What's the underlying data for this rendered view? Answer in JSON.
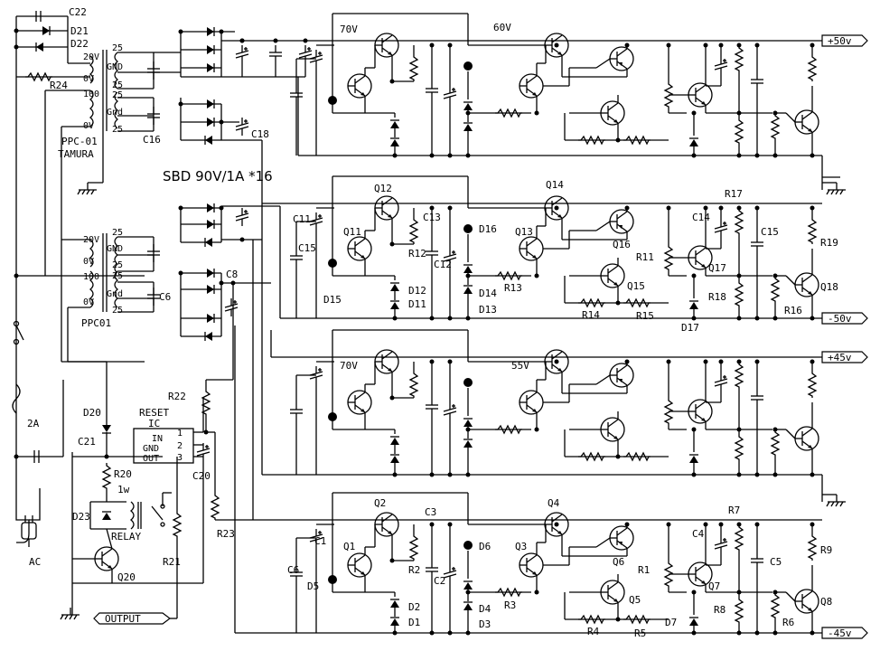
{
  "title_note": "SBD 90V/1A  *16",
  "transformer": {
    "top_name": "PPC-01",
    "top_maker": "TAMURA",
    "bottom_name": "PPC01",
    "taps_top": [
      "20V",
      "0V",
      "100",
      "0V"
    ],
    "taps_bottom": [
      "20V",
      "0V",
      "100",
      "0V"
    ],
    "sec_top": [
      "25",
      "GND",
      "25",
      "25",
      "Gnd",
      "25"
    ],
    "sec_bottom": [
      "25",
      "GND",
      "25",
      "25",
      "Gnd",
      "25"
    ]
  },
  "rails": {
    "p50": "+50v",
    "m50": "-50v",
    "p45": "+45v",
    "m45": "-45v"
  },
  "regulator_voltages": {
    "a_in": "70V",
    "a_out": "60V",
    "c_in": "70V",
    "c_out": "55V"
  },
  "aux": {
    "fuse": "2A",
    "ac": "AC",
    "reset_ic_l1": "RESET",
    "reset_ic_l2": "IC",
    "ic_pins": [
      "IN",
      "GND",
      "OUT"
    ],
    "ic_pin_nums": [
      "1",
      "2",
      "3"
    ],
    "relay": "RELAY",
    "relay_power": "1w",
    "output": "OUTPUT"
  },
  "labels": {
    "C22": "C22",
    "D21": "D21",
    "D22": "D22",
    "R24": "R24",
    "C16t": "C16",
    "C18": "C18",
    "Q12": "Q12",
    "Q11": "Q11",
    "C13": "C13",
    "C11": "C11",
    "C15L": "C15",
    "R12": "R12",
    "D12": "D12",
    "D11": "D11",
    "D15": "D15",
    "D16": "D16",
    "C12": "C12",
    "D14": "D14",
    "D13": "D13",
    "R13": "R13",
    "Q13": "Q13",
    "Q14": "Q14",
    "Q16": "Q16",
    "Q15": "Q15",
    "R14": "R14",
    "R15": "R15",
    "R11": "R11",
    "R17": "R17",
    "C14": "C14",
    "C15": "C15",
    "Q17": "Q17",
    "R18": "R18",
    "D17": "D17",
    "R19": "R19",
    "Q18": "Q18",
    "R16": "R16",
    "C8": "C8",
    "C6t": "C6",
    "R22": "R22",
    "D20": "D20",
    "C21": "C21",
    "R20": "R20",
    "D23": "D23",
    "Q20": "Q20",
    "C20": "C20",
    "R21": "R21",
    "R23": "R23",
    "Q2": "Q2",
    "Q1": "Q1",
    "C3": "C3",
    "C1": "C1",
    "C6b": "C6",
    "R2": "R2",
    "D5": "D5",
    "D6": "D6",
    "C2": "C2",
    "D2": "D2",
    "D1": "D1",
    "D4": "D4",
    "D3": "D3",
    "R3": "R3",
    "Q3": "Q3",
    "Q4": "Q4",
    "Q6": "Q6",
    "Q5": "Q5",
    "R4": "R4",
    "R5": "R5",
    "R1": "R1",
    "C4": "C4",
    "R7": "R7",
    "C5": "C5",
    "Q7": "Q7",
    "R8": "R8",
    "D7": "D7",
    "R9": "R9",
    "Q8": "Q8",
    "R6": "R6"
  }
}
